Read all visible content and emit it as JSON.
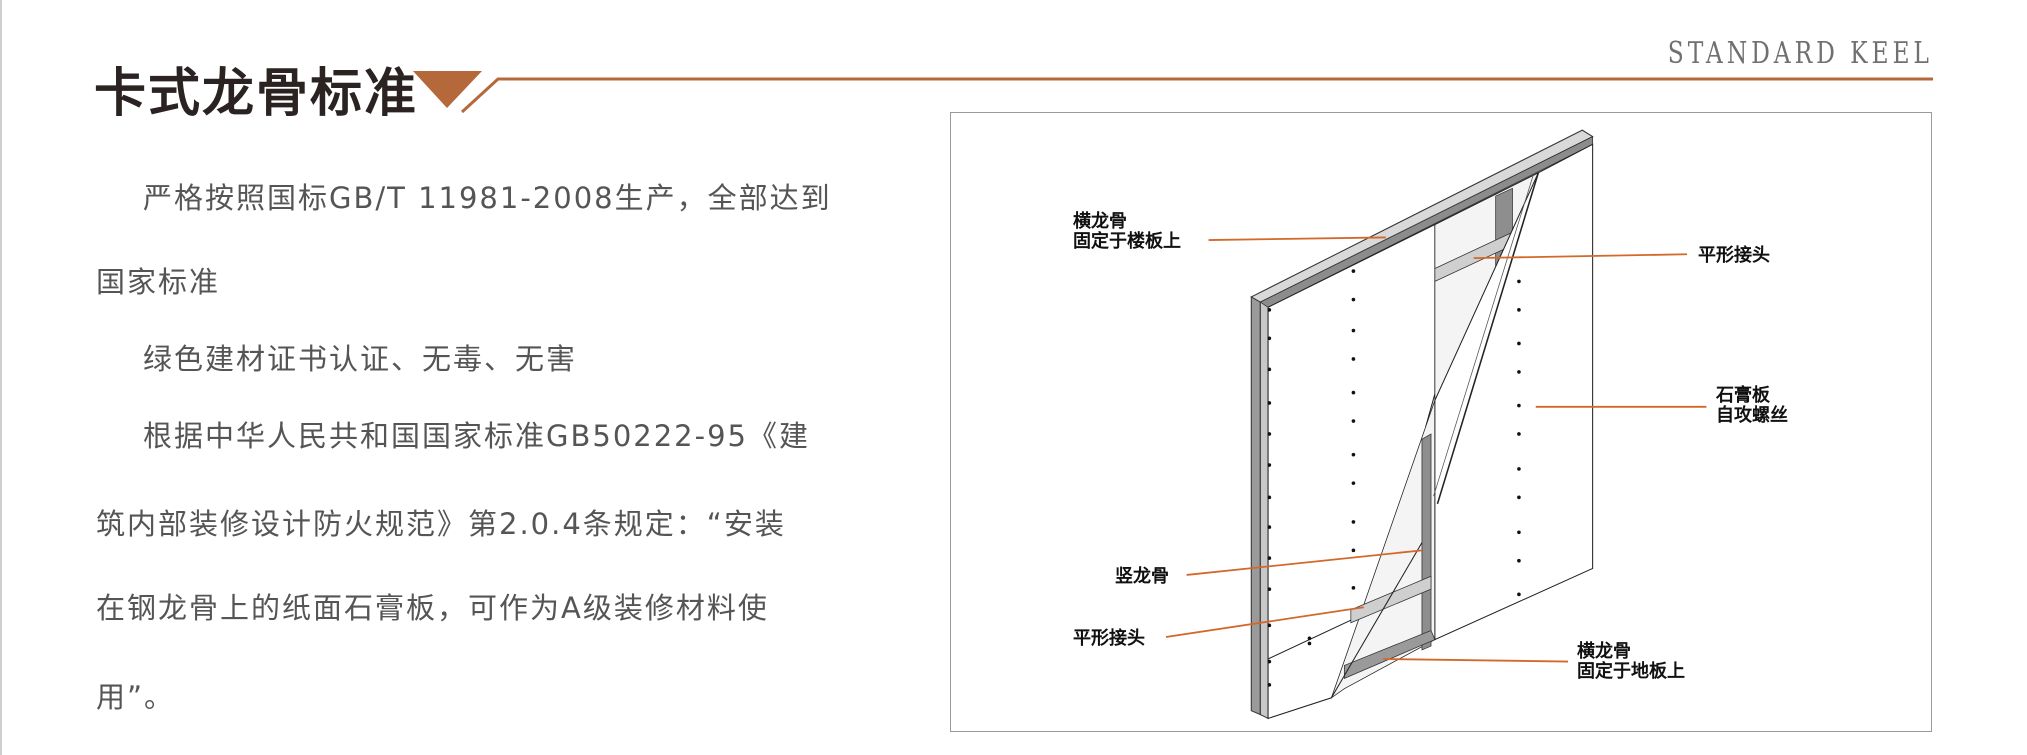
{
  "header": {
    "title": "卡式龙骨标准",
    "subtitle": "STANDARD KEEL",
    "accent_color": "#b5683a"
  },
  "body": {
    "lines": [
      "严格按照国标GB/T  11981-2008生产，全部达到",
      "国家标准",
      "绿色建材证书认证、无毒、无害",
      "根据中华人民共和国国家标准GB50222-95《建",
      "筑内部装修设计防火规范》第2.0.4条规定：“安装",
      "在钢龙骨上的纸面石膏板，可作为A级装修材料使",
      "用”。"
    ]
  },
  "diagram": {
    "labels": {
      "top_track": [
        "横龙骨",
        "固定于楼板上"
      ],
      "flat_joint_top": "平形接头",
      "gypsum_screw": [
        "石膏板",
        "自攻螺丝"
      ],
      "vertical_stud": "竖龙骨",
      "flat_joint_bottom": "平形接头",
      "bottom_track": [
        "横龙骨",
        "固定于地板上"
      ]
    },
    "leader_color": "#d2692a"
  }
}
